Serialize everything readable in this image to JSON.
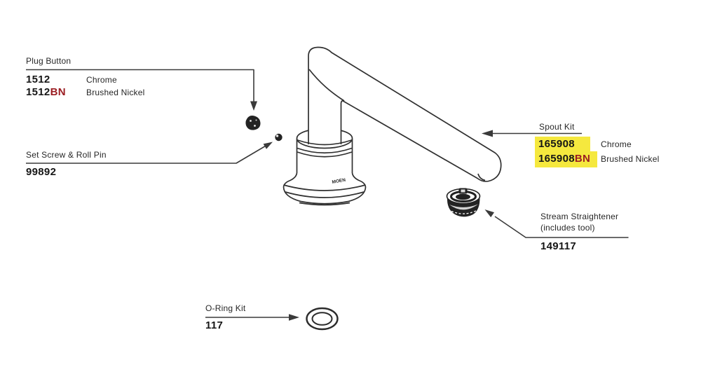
{
  "diagram": {
    "colors": {
      "background": "#ffffff",
      "line": "#3a3a3a",
      "text": "#262626",
      "number": "#161616",
      "highlight": "#f5e83e",
      "suffix": "#9b1d22"
    },
    "callouts": {
      "plug_button": {
        "label": "Plug Button",
        "rows": [
          {
            "number": "1512",
            "suffix": "",
            "finish": "Chrome"
          },
          {
            "number": "1512",
            "suffix": "BN",
            "finish": "Brushed Nickel"
          }
        ]
      },
      "set_screw": {
        "label": "Set Screw & Roll Pin",
        "number": "99892"
      },
      "spout_kit": {
        "label": "Spout Kit",
        "rows": [
          {
            "number": "165908",
            "suffix": "",
            "finish": "Chrome"
          },
          {
            "number": "165908",
            "suffix": "BN",
            "finish": "Brushed Nickel"
          }
        ]
      },
      "stream_straightener": {
        "label_line1": "Stream Straightener",
        "label_line2": "(includes tool)",
        "number": "149117"
      },
      "o_ring_kit": {
        "label": "O-Ring Kit",
        "number": "117"
      }
    },
    "drawing": {
      "brand_mark": "MOEN"
    }
  }
}
